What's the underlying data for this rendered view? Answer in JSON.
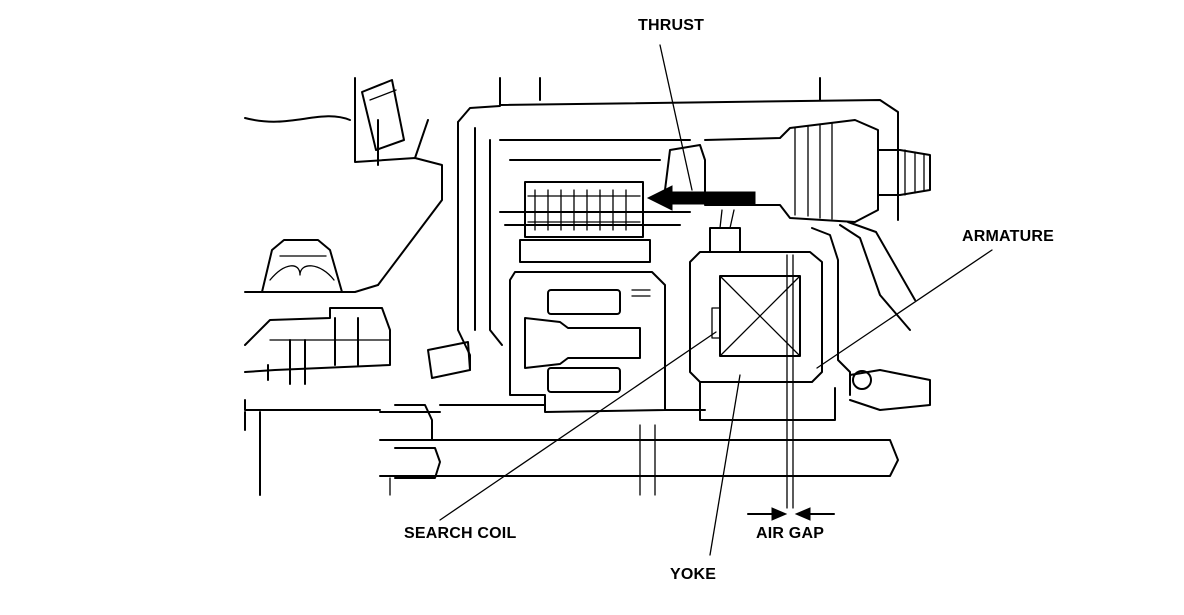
{
  "labels": {
    "thrust": "THRUST",
    "armature": "ARMATURE",
    "search_coil": "SEARCH COIL",
    "air_gap": "AIR GAP",
    "yoke": "YOKE"
  },
  "colors": {
    "ink": "#000000",
    "paper": "#ffffff"
  }
}
